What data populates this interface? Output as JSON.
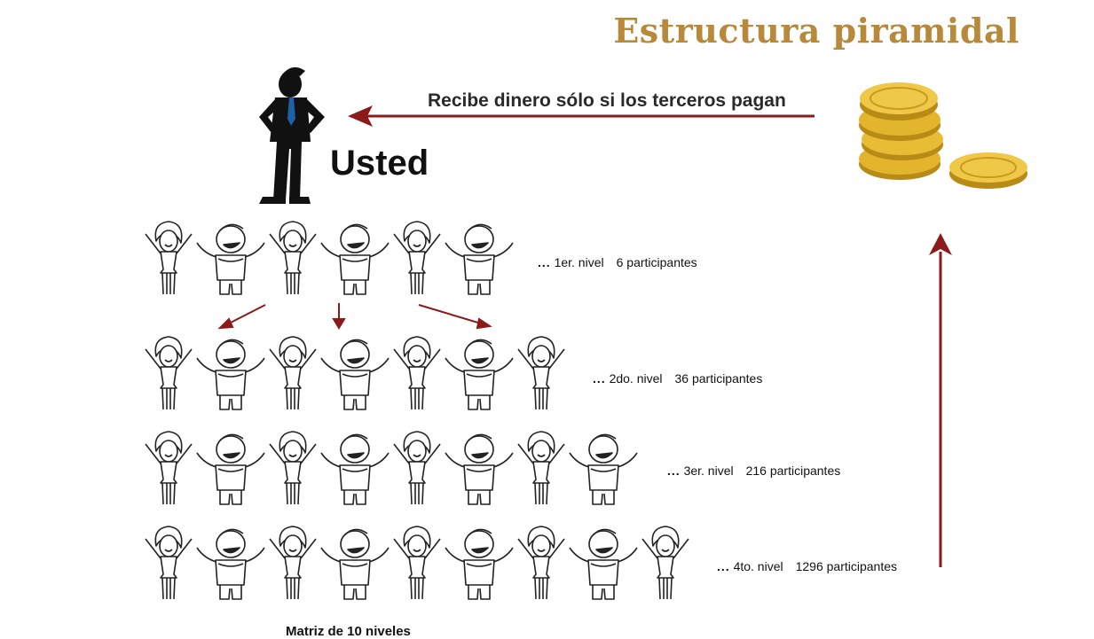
{
  "title": "Estructura piramidal",
  "user": {
    "label": "Usted"
  },
  "money_flow": {
    "label": "Recibe dinero sólo si los terceros pagan"
  },
  "levels": [
    {
      "name": "1er. nivel",
      "count_text": "6 participantes",
      "figures": 6
    },
    {
      "name": "2do. nivel",
      "count_text": "36 participantes",
      "figures": 7
    },
    {
      "name": "3er. nivel",
      "count_text": "216 participantes",
      "figures": 8
    },
    {
      "name": "4to. nivel",
      "count_text": "1296 participantes",
      "figures": 9
    }
  ],
  "caption": "Matriz de 10 niveles",
  "colors": {
    "title": "#b8893a",
    "arrow": "#8b1a1a",
    "coin": "#e0b22b"
  },
  "icons": [
    "businessman-icon",
    "coins-icon",
    "woman-cartoon-icon",
    "man-cartoon-icon"
  ]
}
